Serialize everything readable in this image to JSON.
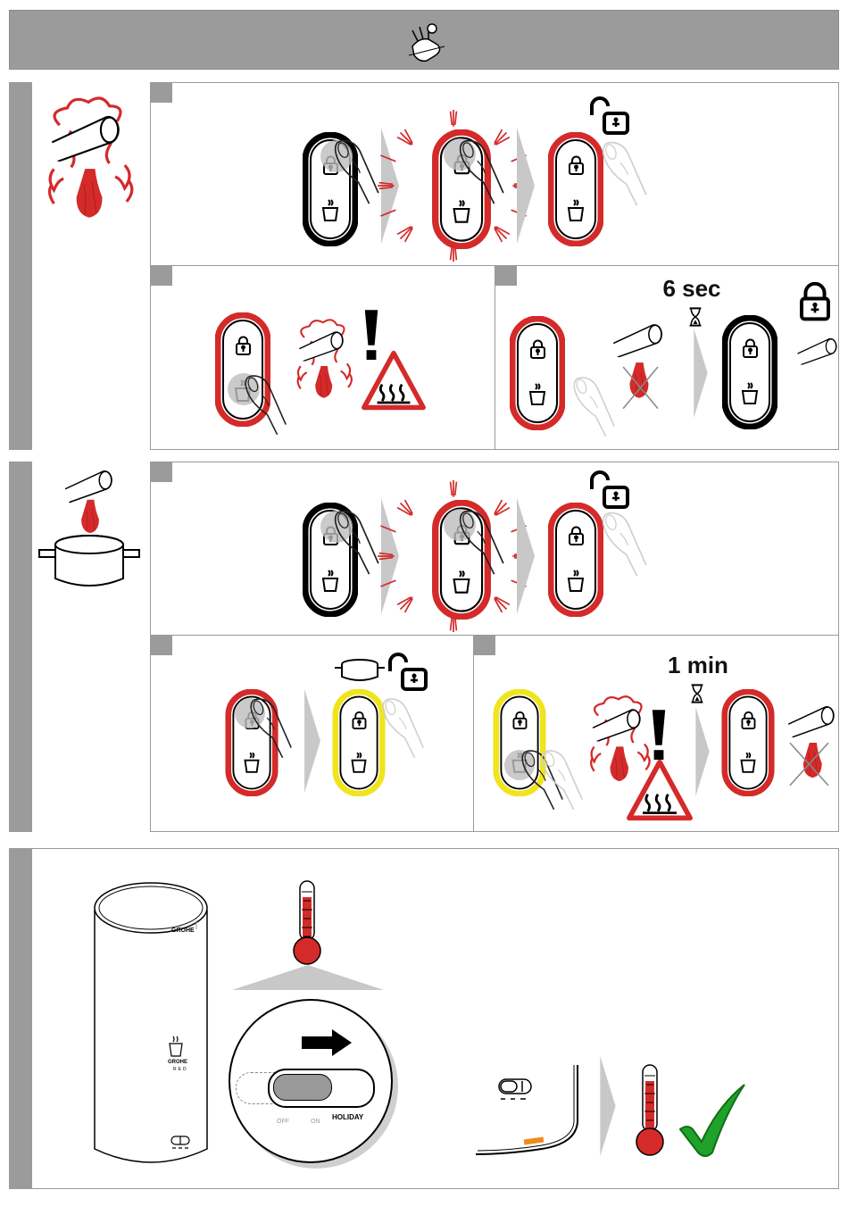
{
  "steps": {
    "lock_timeout": "6 sec",
    "boil_timeout": "1 min"
  },
  "switch": {
    "off": "OFF",
    "on": "ON",
    "holiday": "HOLIDAY"
  },
  "brand": {
    "name": "GROHE",
    "sub": "RED"
  },
  "colors": {
    "red": "#d42a2a",
    "yellow": "#f0e41c",
    "green": "#1ea22a",
    "orange": "#f08a1c",
    "gray": "#9b9b9b"
  }
}
